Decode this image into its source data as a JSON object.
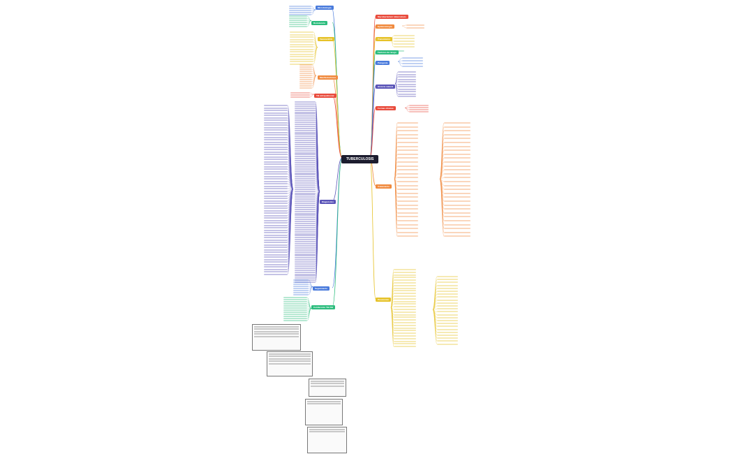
{
  "root": {
    "label": "TUBERCULOSIS"
  },
  "right_branches": [
    {
      "label": "Mycobacterium tuberculosis",
      "color": "#e94b3c"
    },
    {
      "label": "Epidemiología",
      "color": "#f08a3e"
    },
    {
      "label": "Transmisión",
      "color": "#e6c229"
    },
    {
      "label": "Factores de riesgo",
      "color": "#2dbd7e"
    },
    {
      "label": "Patogenia",
      "color": "#4a7bdc"
    },
    {
      "label": "Historia natural",
      "color": "#5a54b8"
    },
    {
      "label": "Formas clínicas",
      "color": "#e94b3c"
    },
    {
      "label": "Tratamiento",
      "color": "#f08a3e"
    },
    {
      "label": "Prevención",
      "color": "#e6c229"
    }
  ],
  "left_branches": [
    {
      "label": "Microbiología",
      "color": "#4a7bdc"
    },
    {
      "label": "Resistencia",
      "color": "#2dbd7e"
    },
    {
      "label": "Vacuna BCG",
      "color": "#e6c229"
    },
    {
      "label": "Manifestaciones",
      "color": "#f08a3e"
    },
    {
      "label": "TB extrapulmonar",
      "color": "#e94b3c"
    },
    {
      "label": "Diagnóstico",
      "color": "#5a54b8"
    },
    {
      "label": "Seguimiento",
      "color": "#4a7bdc"
    },
    {
      "label": "Coinfección TB-VIH",
      "color": "#2dbd7e"
    }
  ]
}
